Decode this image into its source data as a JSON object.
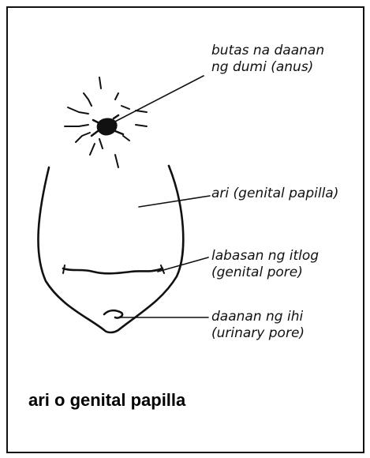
{
  "labels": {
    "anus": {
      "line1": "butas na daanan",
      "line2": "ng dumi (anus)"
    },
    "genital_papilla": "ari (genital  papilla)",
    "genital_pore": {
      "line1": "labasan ng itlog",
      "line2": "(genital pore)"
    },
    "urinary_pore": {
      "line1": "daanan ng ihi",
      "line2": "(urinary pore)"
    }
  },
  "caption": "ari o genital papilla",
  "colors": {
    "ink": "#111111",
    "background": "#ffffff"
  }
}
